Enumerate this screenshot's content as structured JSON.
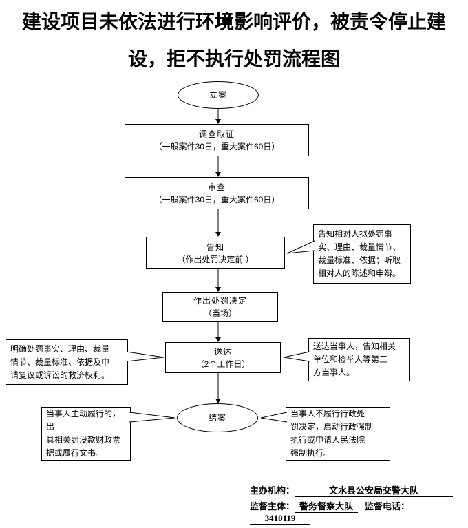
{
  "title": {
    "line1": "建设项目未依法进行环境影响评价，被责令停止建",
    "line2": "设，拒不执行处罚流程图"
  },
  "nodes": {
    "start": {
      "label": "立案"
    },
    "investigate": {
      "title": "调查取证",
      "note": "（一般案件30日，重大案件60日）"
    },
    "review": {
      "title": "审查",
      "note": "（一般案件30日，重大案件60日）"
    },
    "notify": {
      "title": "告知",
      "note": "（作出处罚决定前 ）"
    },
    "decision": {
      "title": "作出处罚决定",
      "note": "（当场）"
    },
    "deliver": {
      "title": "送达",
      "note": "（2个工作日）"
    },
    "end": {
      "label": "结案"
    }
  },
  "callouts": {
    "notify_right": "告知相对人拟处罚事\n实、理由、裁量情节、\n裁量标准、依据；听取\n相对人的陈述和申辩。",
    "deliver_left": "明确处罚事实、理由、裁量\n情节、裁量标准、依据及申\n请复议或诉讼的救济权利。",
    "deliver_right": "送达当事人，告知相关\n单位和检举人等第三\n方当事人。",
    "end_left": "当事人主动履行的，出\n具相关罚没款财政票\n据或履行文书。",
    "end_right": "当事人不履行行政处\n罚决定，启动行政强制\n执行或申请人民法院\n强制执行。"
  },
  "footer": {
    "org_label": "主办机构：",
    "org_value": "文水县公安局交警大队",
    "supervisor_label": "监督主体：",
    "supervisor_value": "警务督察大队",
    "phone_label": "监督电话：",
    "phone_value": "3410119"
  }
}
